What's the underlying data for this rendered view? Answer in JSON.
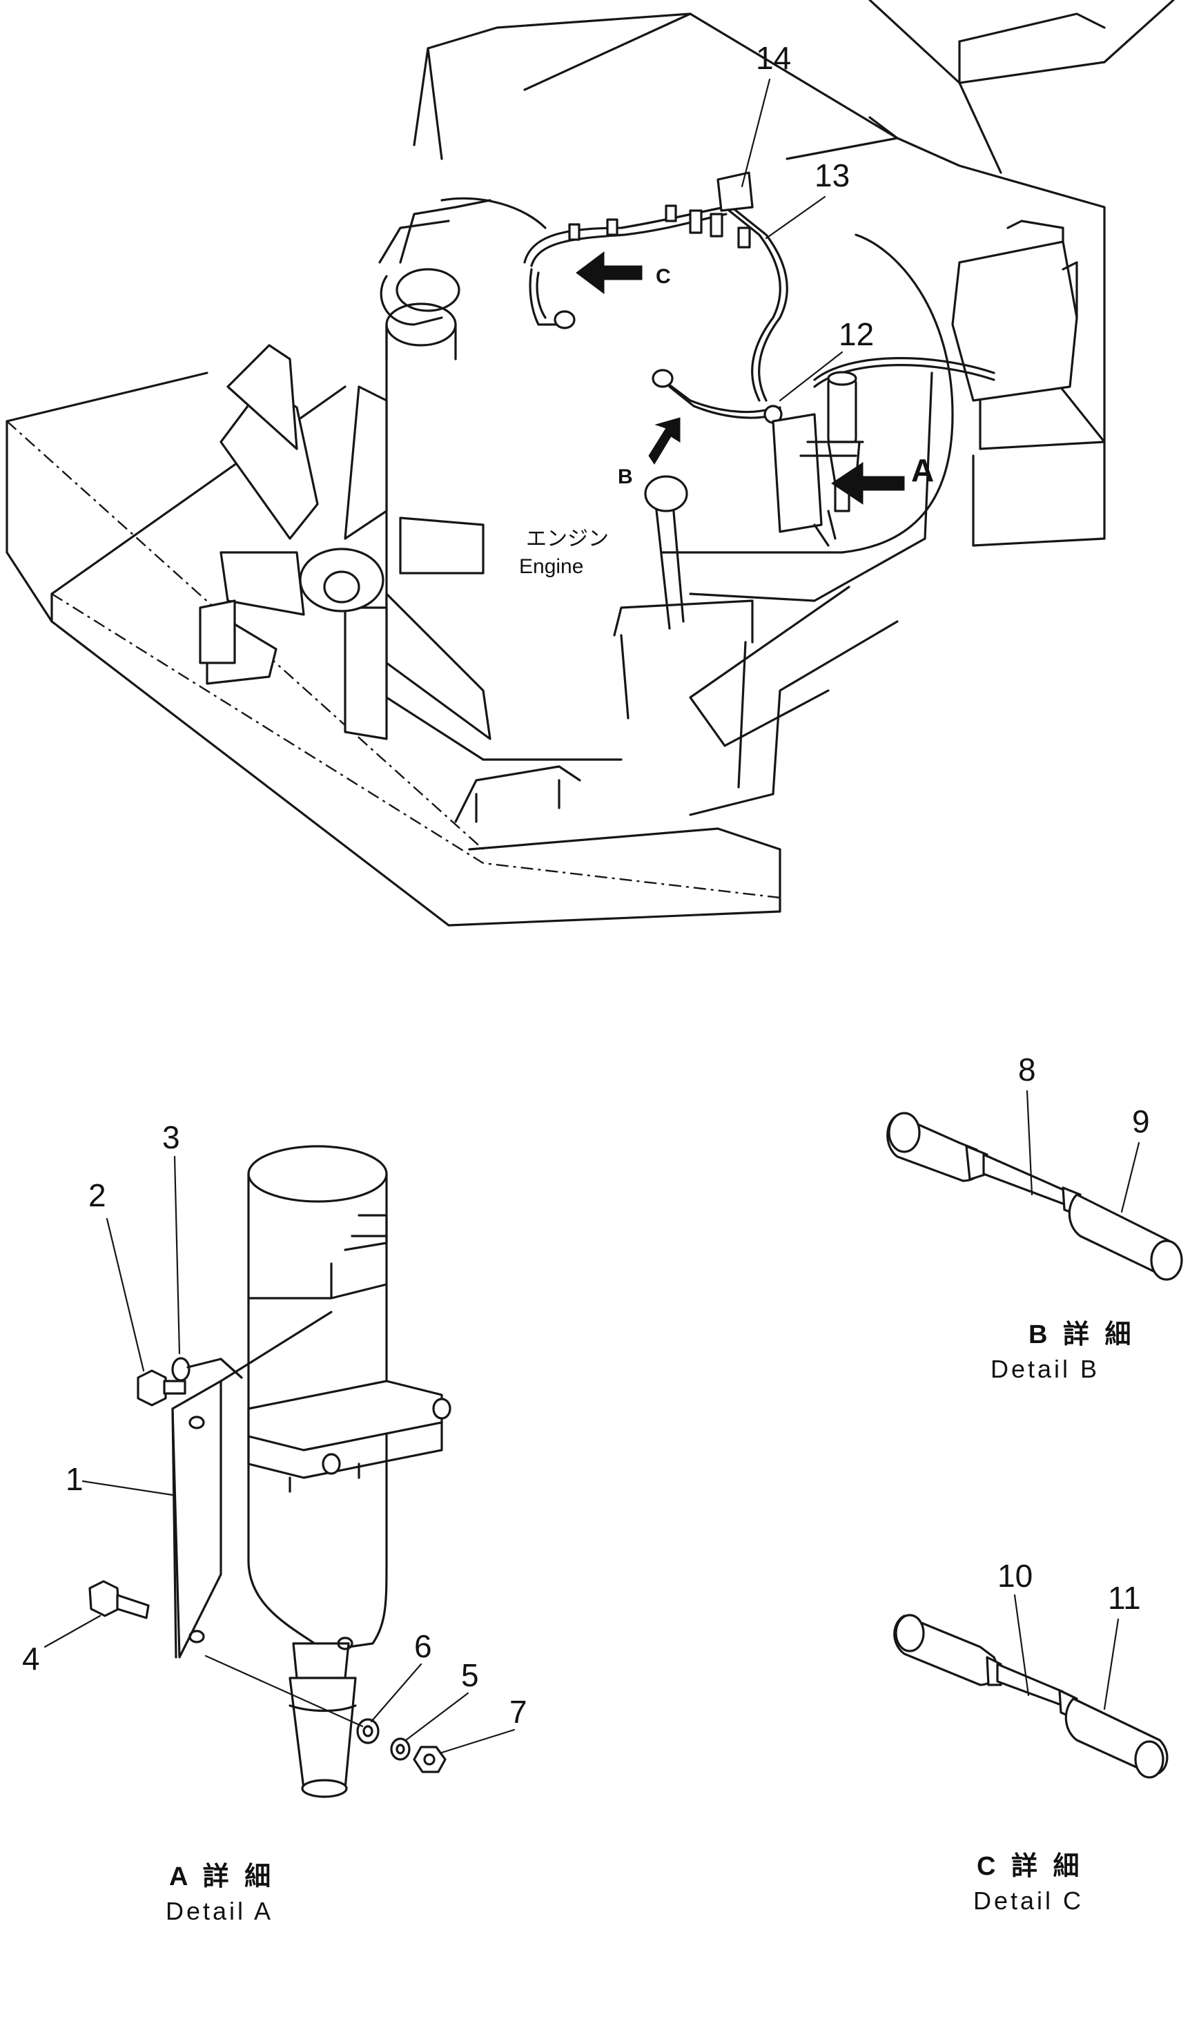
{
  "engine_label": {
    "jp": "エンジン",
    "en": "Engine"
  },
  "view_markers": {
    "a": "A",
    "b": "B",
    "c": "C"
  },
  "callouts": [
    "1",
    "2",
    "3",
    "4",
    "5",
    "6",
    "7",
    "8",
    "9",
    "10",
    "11",
    "12",
    "13",
    "14"
  ],
  "details": {
    "a": {
      "title": "A 詳 細",
      "subtitle": "Detail A"
    },
    "b": {
      "title": "B 詳 細",
      "subtitle": "Detail B"
    },
    "c": {
      "title": "C 詳 細",
      "subtitle": "Detail C"
    }
  }
}
